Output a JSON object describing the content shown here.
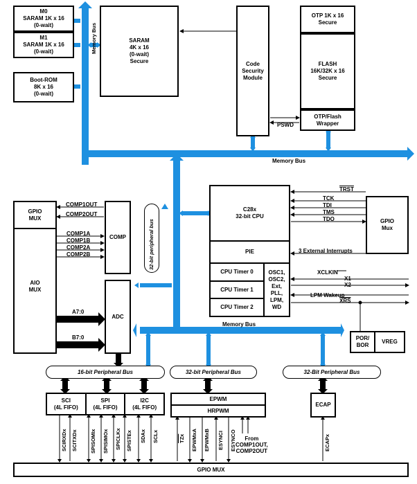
{
  "memory": {
    "m0": "M0\nSARAM 1K x 16\n(0-wait)",
    "m1": "M1\nSARAM 1K x 16\n(0-wait)",
    "bootrom": "Boot-ROM\n8K x 16\n(0-wait)",
    "saram": "SARAM\n4K x 16\n(0-wait)\nSecure",
    "csm": "Code\nSecurity\nModule",
    "otp": "OTP 1K x 16\nSecure",
    "flash": "FLASH\n16K/32K x 16\nSecure",
    "wrapper": "OTP/Flash\nWrapper",
    "pswd": "PSWD"
  },
  "buses": {
    "memory_bus_vertical": "Memory Bus",
    "memory_bus_top": "Memory Bus",
    "memory_bus_mid": "Memory Bus",
    "periph32_vertical": "32-bit peripheral bus",
    "periph16": "16-bit Peripheral Bus",
    "periph32_a": "32-bit Peripheral Bus",
    "periph32_b": "32-Bit Peripheral Bus"
  },
  "left_blocks": {
    "gpio_mux": "GPIO\nMUX",
    "aio_mux": "AIO\nMUX",
    "comp": "COMP",
    "adc": "ADC",
    "comp1out": "COMP1OUT",
    "comp2out": "COMP2OUT",
    "comp1a": "COMP1A",
    "comp1b": "COMP1B",
    "comp2a": "COMP2A",
    "comp2b": "COMP2B",
    "a70": "A7:0",
    "b70": "B7:0"
  },
  "cpu": {
    "cpu": "C28x\n32-bit CPU",
    "pie": "PIE",
    "timer0": "CPU Timer 0",
    "timer1": "CPU Timer 1",
    "timer2": "CPU Timer 2",
    "osc": "OSC1,\nOSC2,\nExt,\nPLL,\nLPM,\nWD",
    "gpio_mux_right": "GPIO\nMux",
    "por": "POR/\nBOR",
    "vreg": "VREG"
  },
  "signals": {
    "trst": "TRST",
    "tck": "TCK",
    "tdi": "TDI",
    "tms": "TMS",
    "tdo": "TDO",
    "ext_int": "3 External Interrupts",
    "xclkin": "XCLKIN",
    "x1": "X1",
    "x2": "X2",
    "lpm": "LPM Wakeup",
    "xrs": "XRS"
  },
  "peripherals": {
    "sci": "SCI\n(4L FIFO)",
    "spi": "SPI\n(4L FIFO)",
    "i2c": "I2C\n(4L FIFO)",
    "epwm": "EPWM",
    "hrpwm": "HRPWM",
    "ecap": "ECAP",
    "gpio_mux_bottom": "GPIO MUX"
  },
  "pins": {
    "scirxd": "SCIRXDx",
    "scitxd": "SCITXDx",
    "spisomi": "SPISOMIx",
    "spisimo": "SPISIMOx",
    "spiclk": "SPICLKx",
    "spiste": "SPISTEx",
    "sda": "SDAx",
    "scl": "SCLx",
    "tz": "TZx",
    "epwma": "EPWMxA",
    "epwmb": "EPWMxB",
    "esynci": "ESYNCI",
    "esynco": "ESYNCO",
    "from_comp": "From\nCOMP1OUT,\nCOMP2OUT",
    "ecap": "ECAPx"
  }
}
